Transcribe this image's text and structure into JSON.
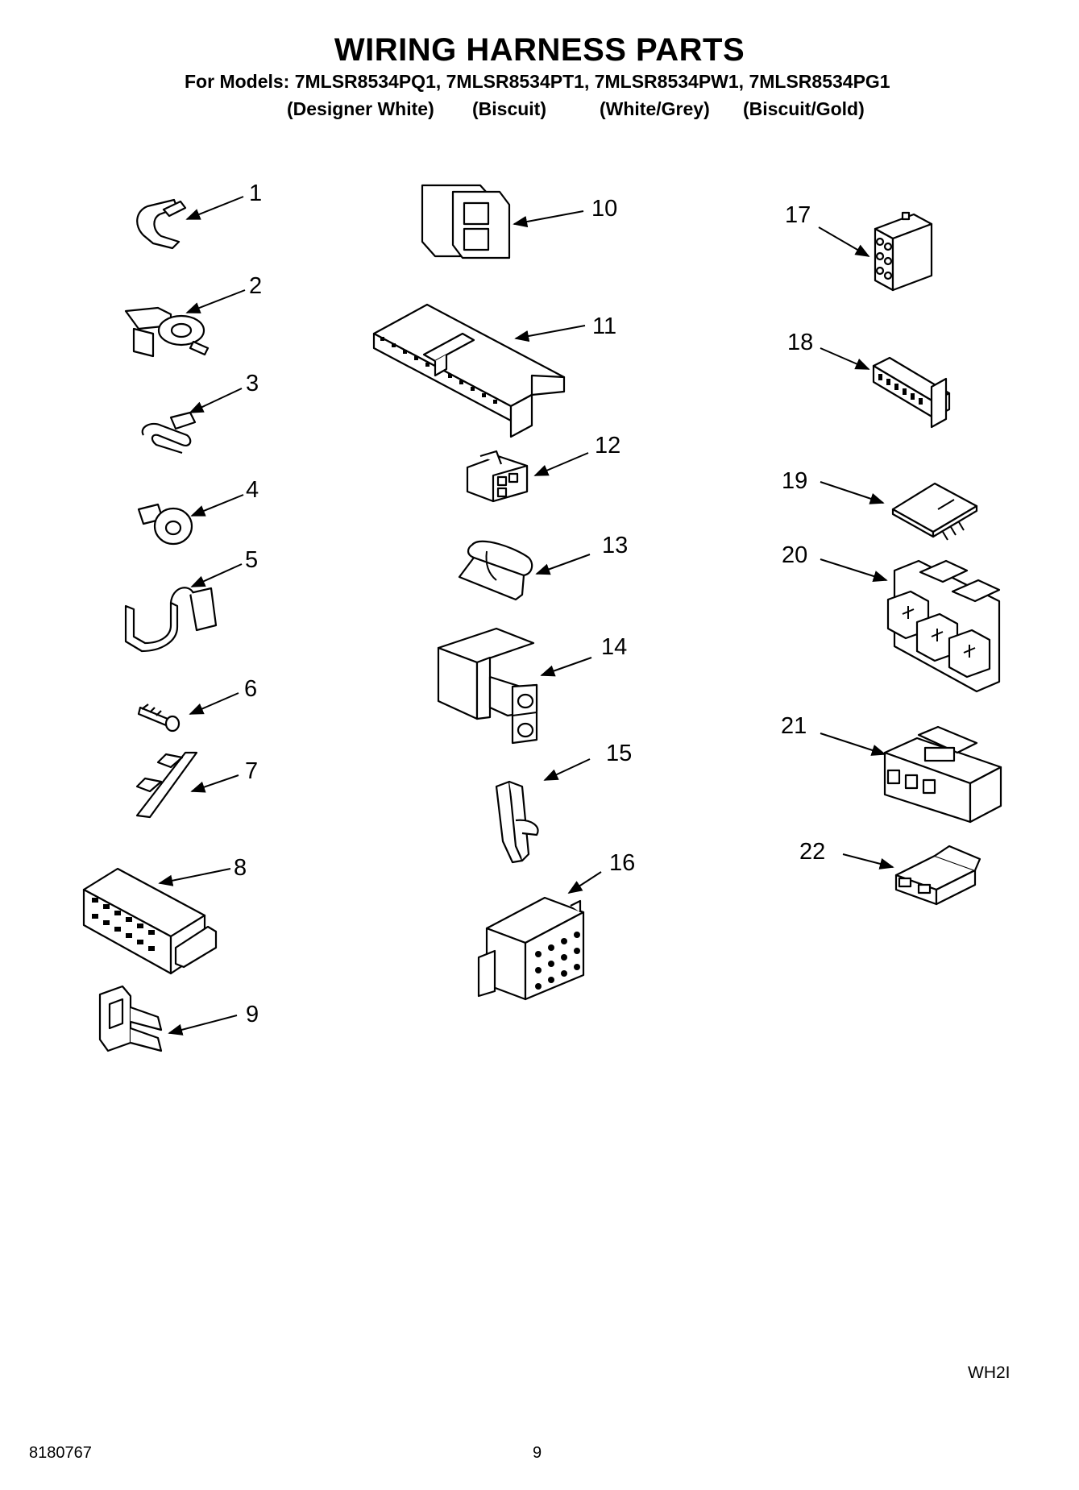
{
  "header": {
    "title": "WIRING HARNESS PARTS",
    "models_line": "For Models: 7MLSR8534PQ1, 7MLSR8534PT1, 7MLSR8534PW1, 7MLSR8534PG1",
    "finishes": [
      "(Designer White)",
      "(Biscuit)",
      "(White/Grey)",
      "(Biscuit/Gold)"
    ]
  },
  "parts": [
    "1",
    "2",
    "3",
    "4",
    "5",
    "6",
    "7",
    "8",
    "9",
    "10",
    "11",
    "12",
    "13",
    "14",
    "15",
    "16",
    "17",
    "18",
    "19",
    "20",
    "21",
    "22"
  ],
  "footer": {
    "code": "WH2I",
    "doc_number": "8180767",
    "page_number": "9"
  }
}
